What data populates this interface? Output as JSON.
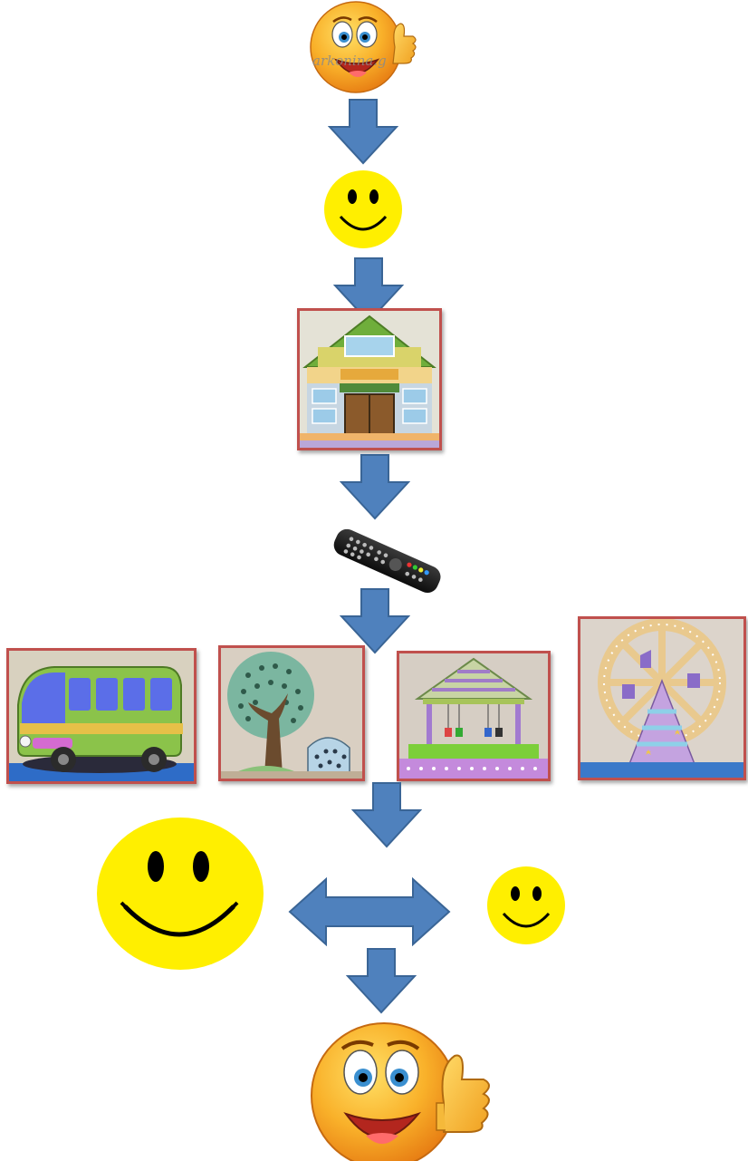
{
  "watermark": "arkonina.g",
  "colors": {
    "arrow_fill": "#4f81bd",
    "arrow_stroke": "#3a6596",
    "frame_border": "#c0504d",
    "smiley_yellow": "#ffef00",
    "emoji_orange": "#f7a21b"
  },
  "icons": {
    "top": "thumbs-up-emoji-icon",
    "step1": "smiley-icon",
    "step2": "kindergarten-building-picture",
    "step3": "tv-remote-control-picture",
    "step4": [
      "toy-bus-picture",
      "toy-tree-picture",
      "toy-swing-picture",
      "toy-ferris-wheel-picture"
    ],
    "compare": [
      "big-smiley-icon",
      "double-headed-arrow-icon",
      "small-smiley-icon"
    ],
    "bottom": "thumbs-up-emoji-icon"
  }
}
